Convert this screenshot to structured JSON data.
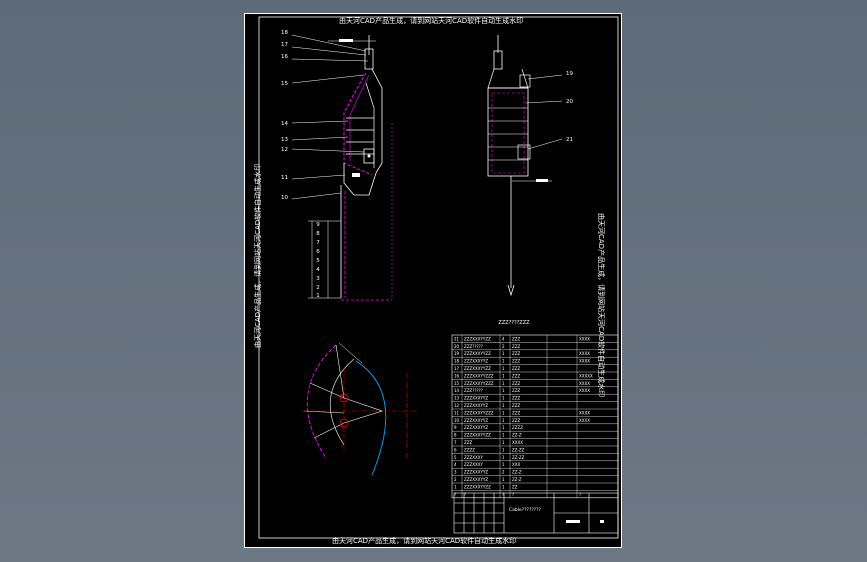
{
  "drawing": {
    "watermark_top": "由天河CAD产品生成，请到网站天河CAD软件自动生成水印",
    "watermark_bottom": "由天河CAD产品生成，请到网站天河CAD软件自动生成水印",
    "watermark_left": "由天河CAD产品生成，请到网站天河CAD软件自动生成水印",
    "watermark_right": "由天河CAD产品生成，请到网站天河CAD软件自动生成水印",
    "center_label": "ZZZ????ZZZ",
    "title_block_label": "Cable????????"
  },
  "side_view_callouts": [
    "18",
    "17",
    "16",
    "15",
    "14",
    "13",
    "12",
    "11",
    "10",
    "9",
    "8",
    "7",
    "6",
    "5",
    "4",
    "3",
    "2",
    "1"
  ],
  "front_view_callouts": [
    "19",
    "20",
    "21"
  ],
  "bom": {
    "rows": [
      {
        "no": "21",
        "name": "ZZZXXXYYZZ",
        "qty": "4",
        "material": "ZZZ",
        "note": "XXXX"
      },
      {
        "no": "20",
        "name": "ZZZ?????",
        "qty": "2",
        "material": "ZZZ",
        "note": ""
      },
      {
        "no": "19",
        "name": "ZZZXXXYYZZ",
        "qty": "1",
        "material": "ZZZ",
        "note": "XXXX"
      },
      {
        "no": "18",
        "name": "ZZZXXXYYZ",
        "qty": "1",
        "material": "ZZZ",
        "note": "XXXX"
      },
      {
        "no": "17",
        "name": "ZZZXXXYYZZ",
        "qty": "1",
        "material": "ZZZ",
        "note": ""
      },
      {
        "no": "16",
        "name": "ZZZXXXYYZZZ",
        "qty": "1",
        "material": "ZZZ",
        "note": "XXXXX"
      },
      {
        "no": "15",
        "name": "ZZZXXXYYZZZ",
        "qty": "1",
        "material": "ZZZ",
        "note": "XXXX"
      },
      {
        "no": "14",
        "name": "ZZZ?????",
        "qty": "1",
        "material": "ZZZ",
        "note": "XXXX"
      },
      {
        "no": "13",
        "name": "ZZZXXXYYZ",
        "qty": "1",
        "material": "ZZZ",
        "note": ""
      },
      {
        "no": "12",
        "name": "ZZZXXXYYZ",
        "qty": "1",
        "material": "ZZZ",
        "note": ""
      },
      {
        "no": "11",
        "name": "ZZZXXXYYZZZ",
        "qty": "1",
        "material": "ZZZ",
        "note": "XXXX"
      },
      {
        "no": "10",
        "name": "ZZZXXXYYZ",
        "qty": "1",
        "material": "ZZZ",
        "note": "XXXX"
      },
      {
        "no": "9",
        "name": "ZZZXXXYYZ",
        "qty": "1",
        "material": "ZZZZ",
        "note": ""
      },
      {
        "no": "8",
        "name": "ZZZXXXYYZZ",
        "qty": "1",
        "material": "ZZ-Z",
        "note": ""
      },
      {
        "no": "7",
        "name": "ZZZ",
        "qty": "1",
        "material": "XXXX",
        "note": ""
      },
      {
        "no": "6",
        "name": "ZZZZ",
        "qty": "1",
        "material": "ZZ-ZZ",
        "note": ""
      },
      {
        "no": "5",
        "name": "ZZZXXXY",
        "qty": "1",
        "material": "ZZ-ZZ",
        "note": ""
      },
      {
        "no": "4",
        "name": "ZZZXXXY",
        "qty": "1",
        "material": "XXX",
        "note": ""
      },
      {
        "no": "3",
        "name": "ZZZXXXYYZ",
        "qty": "2",
        "material": "ZZ-Z",
        "note": ""
      },
      {
        "no": "2",
        "name": "ZZZXXXYYZ",
        "qty": "1",
        "material": "ZZ-Z",
        "note": ""
      },
      {
        "no": "1",
        "name": "ZZZXXXYYZZ",
        "qty": "1",
        "material": "ZZ",
        "note": ""
      }
    ],
    "header": {
      "no": "?",
      "name": "?",
      "qty": "?",
      "material": "?",
      "note": "?"
    }
  },
  "colors": {
    "background": "#5d6b78",
    "sheet": "#000000",
    "border": "#ffffff",
    "outline": "#ffffff",
    "leader": "#ffffff",
    "hatch": "#ff00ff",
    "centerline": "#ff0000",
    "dimension": "#00ffff",
    "section_cut": "#ff00ff",
    "arc_blue": "#00a8ff"
  }
}
